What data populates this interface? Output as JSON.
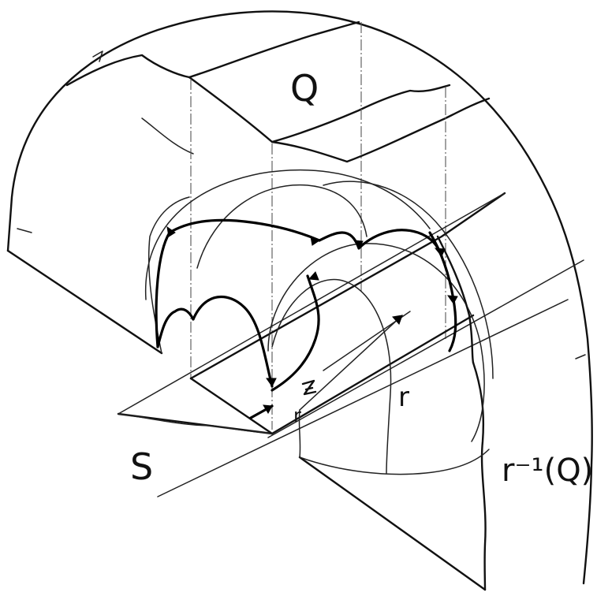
{
  "labels": {
    "surface_top": "Q",
    "plane": "S",
    "ray": "r",
    "ray_small": "r",
    "preimage": "r⁻¹(Q)"
  },
  "colors": {
    "ink": "#111111",
    "paper": "#ffffff"
  }
}
